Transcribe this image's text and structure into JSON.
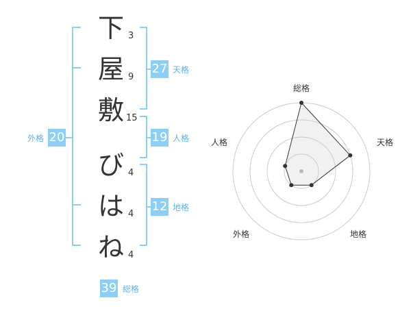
{
  "name_chars": [
    "下",
    "屋",
    "敷",
    "び",
    "は",
    "ね"
  ],
  "strokes": [
    "3",
    "9",
    "15",
    "4",
    "4",
    "4"
  ],
  "fortunes": {
    "tenkaku": {
      "label": "天格",
      "value": "27"
    },
    "jinkaku": {
      "label": "人格",
      "value": "19"
    },
    "chikaku": {
      "label": "地格",
      "value": "12"
    },
    "gaikaku": {
      "label": "外格",
      "value": "20"
    },
    "soukaku": {
      "label": "総格",
      "value": "39"
    }
  },
  "colors": {
    "accent": "#8ccff6",
    "accent_text": "#5ab4e8",
    "bracket": "#8ccff6"
  },
  "chart_data": {
    "type": "radar",
    "axes": [
      "総格",
      "天格",
      "地格",
      "外格",
      "人格"
    ],
    "scale_max": 4,
    "rings": 4,
    "values": [
      4,
      3,
      1,
      1,
      1
    ]
  }
}
